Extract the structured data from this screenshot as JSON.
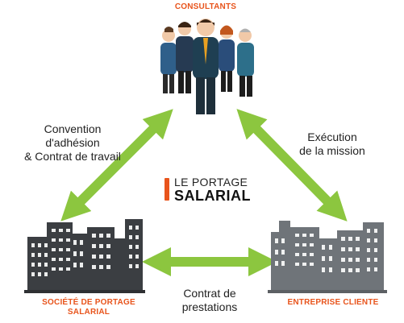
{
  "nodes": {
    "consultants": {
      "title": "CONSULTANTS"
    },
    "portage": {
      "title_line1": "SOCIÉTÉ DE PORTAGE",
      "title_line2": "SALARIAL"
    },
    "client": {
      "title": "ENTREPRISE CLIENTE"
    }
  },
  "edges": {
    "left": {
      "line1": "Convention",
      "line2": "d'adhésion",
      "line3": "& Contrat de travail"
    },
    "right": {
      "line1": "Exécution",
      "line2": "de la mission"
    },
    "bottom": {
      "line1": "Contrat de",
      "line2": "prestations"
    }
  },
  "logo": {
    "line1": "LE PORTAGE",
    "line2": "SALARIAL"
  },
  "colors": {
    "accent": "#e8541c",
    "arrow": "#8cc63f",
    "building_dark": "#3b3e42",
    "building_grey": "#6f7479"
  }
}
